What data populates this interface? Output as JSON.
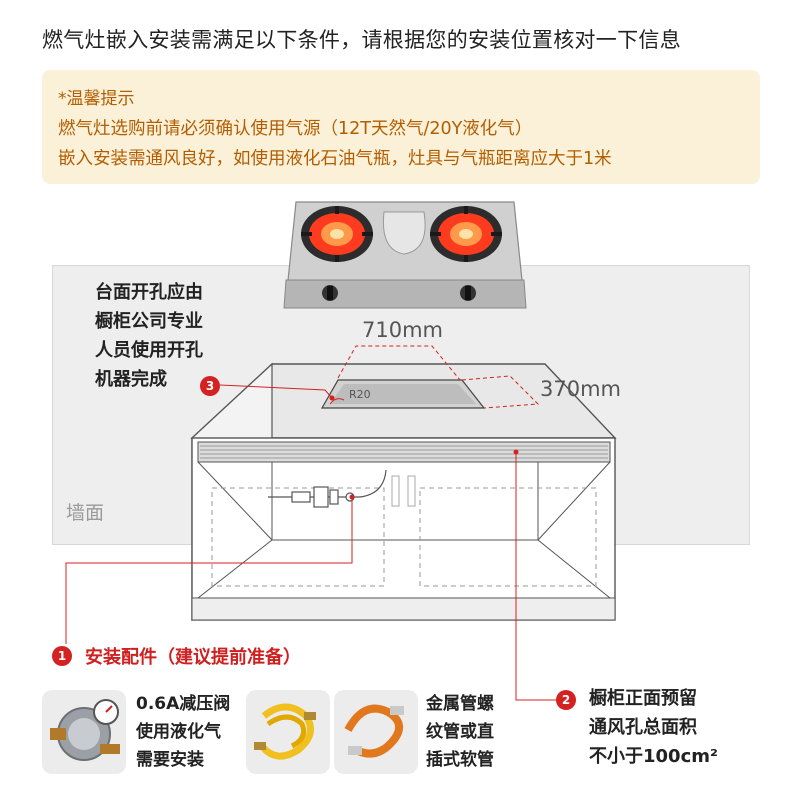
{
  "title": "燃气灶嵌入安装需满足以下条件，请根据您的安装位置核对一下信息",
  "tips": {
    "heading": "*温馨提示",
    "line1": "燃气灶选购前请必须确认使用气源（12T天然气/20Y液化气）",
    "line2": "嵌入安装需通风良好，如使用液化石油气瓶，灶具与气瓶距离应大于1米"
  },
  "diagram": {
    "wall_label": "墙面",
    "cut_note": [
      "台面开孔应由",
      "橱柜公司专业",
      "人员使用开孔",
      "机器完成"
    ],
    "width_dim": "710mm",
    "depth_dim": "370mm",
    "radius_label": "R20",
    "badge3": "3"
  },
  "accessories": {
    "badge": "1",
    "title": "安装配件（建议提前准备）",
    "valve_text": [
      "0.6A减压阀",
      "使用液化气",
      "需要安装"
    ],
    "hose_text": [
      "金属管螺",
      "纹管或直",
      "插式软管"
    ],
    "valve_icon": "pressure-valve-icon",
    "hose_icon": "hose-icon"
  },
  "vent": {
    "badge": "2",
    "text": [
      "橱柜正面预留",
      "通风孔总面积",
      "不小于100cm²"
    ]
  },
  "colors": {
    "accent_red": "#d42222",
    "tip_bg": "#fbf1d9",
    "tip_text": "#b35d00"
  }
}
